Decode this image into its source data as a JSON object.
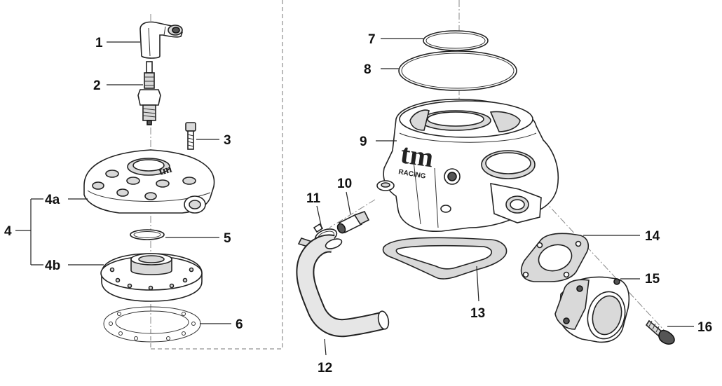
{
  "diagram": {
    "callouts": {
      "c1": "1",
      "c2": "2",
      "c3": "3",
      "c4": "4",
      "c4a": "4a",
      "c4b": "4b",
      "c5": "5",
      "c6": "6",
      "c7": "7",
      "c8": "8",
      "c9": "9",
      "c10": "10",
      "c11": "11",
      "c12": "12",
      "c13": "13",
      "c14": "14",
      "c15": "15",
      "c16": "16"
    },
    "logo": {
      "head_text": "tm",
      "cylinder_text": "tm",
      "cylinder_subtext": "RACING"
    }
  }
}
